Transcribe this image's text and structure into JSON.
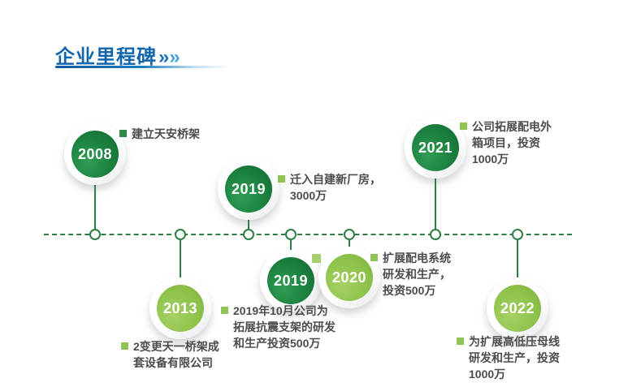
{
  "title": {
    "text": "企业里程碑",
    "arrow1": "»",
    "arrow2": "»"
  },
  "colors": {
    "title_blue": "#1266ad",
    "underline_blue": "#1e7dc4",
    "dark_green": "#1a7f3e",
    "light_green": "#8cc24a",
    "timeline_green": "#2e7d45",
    "text_gray": "#4c4c4c"
  },
  "milestones": [
    {
      "year": "2008",
      "side": "above",
      "theme": "dark",
      "lines": [
        "建立天安桥架"
      ]
    },
    {
      "year": "2019",
      "side": "above",
      "theme": "dark",
      "lines": [
        "迁入自建新厂房，",
        "3000万"
      ]
    },
    {
      "year": "2021",
      "side": "above",
      "theme": "dark",
      "lines": [
        "公司拓展配电外",
        "箱项目，投资",
        "1000万"
      ]
    },
    {
      "year": "2013",
      "side": "below",
      "theme": "light",
      "lines": [
        "2变更天一桥架成",
        "套设备有限公司"
      ]
    },
    {
      "year": "2019",
      "side": "below",
      "theme": "dark",
      "lines": [
        "2019年10月公司为",
        "拓展抗震支架的研发",
        "和生产投资500万"
      ]
    },
    {
      "year": "2020",
      "side": "below",
      "theme": "light",
      "lines": [
        "扩展配电系统",
        "研发和生产，",
        "投资500万"
      ]
    },
    {
      "year": "2022",
      "side": "below",
      "theme": "light",
      "lines": [
        "为扩展高低压母线",
        "研发和生产，投资",
        "1000万"
      ]
    }
  ]
}
